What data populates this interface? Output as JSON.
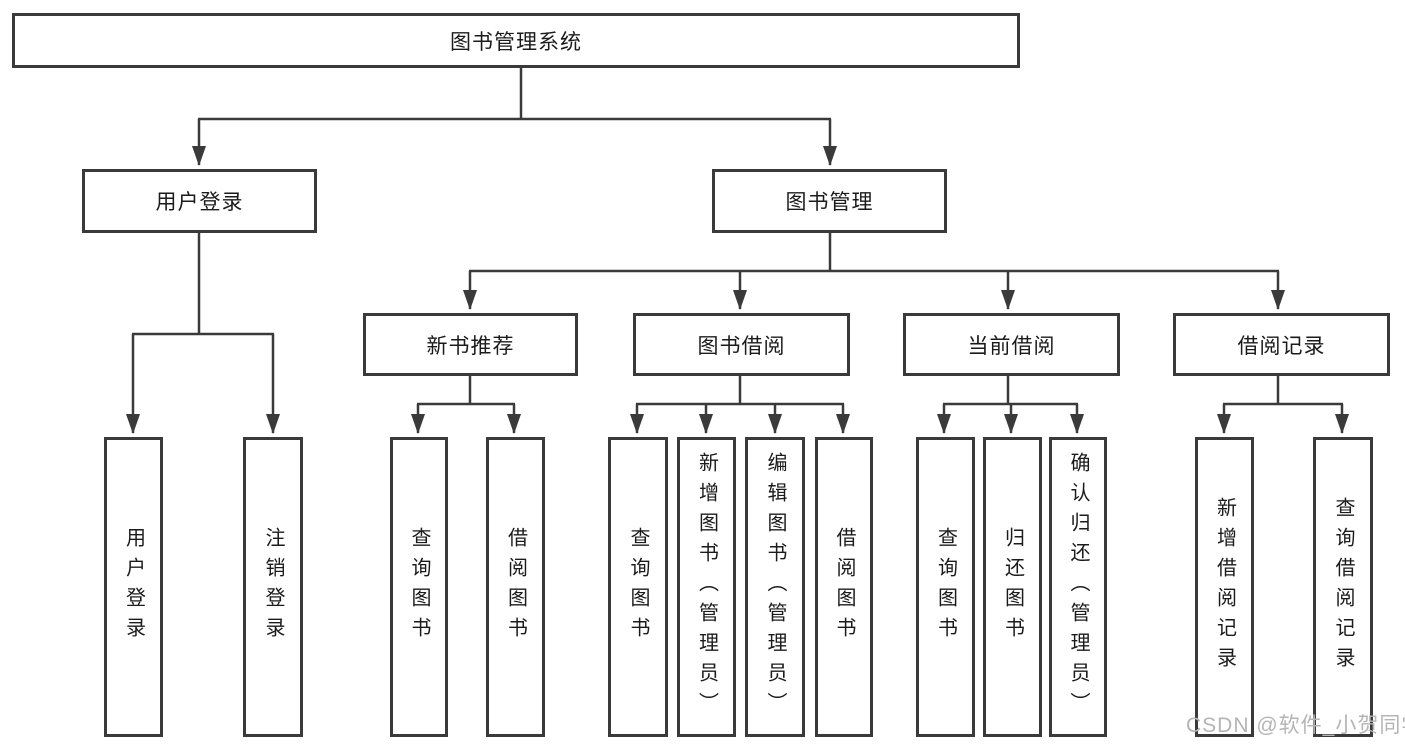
{
  "diagram_type": "hierarchy-tree",
  "colors": {
    "background": "#ffffff",
    "line": "#3a3a3a",
    "box_border": "#3a3a3a",
    "text": "#1b1b1b",
    "watermark": "#b5b5b5"
  },
  "tree": {
    "root": {
      "label": "图书管理系统",
      "children": [
        {
          "label": "用户登录",
          "children": [
            {
              "label": "用户登录"
            },
            {
              "label": "注销登录"
            }
          ]
        },
        {
          "label": "图书管理",
          "children": [
            {
              "label": "新书推荐",
              "children": [
                {
                  "label": "查询图书"
                },
                {
                  "label": "借阅图书"
                }
              ]
            },
            {
              "label": "图书借阅",
              "children": [
                {
                  "label": "查询图书"
                },
                {
                  "label": "新增图书（管理员）"
                },
                {
                  "label": "编辑图书（管理员）"
                },
                {
                  "label": "借阅图书"
                }
              ]
            },
            {
              "label": "当前借阅",
              "children": [
                {
                  "label": "查询图书"
                },
                {
                  "label": "归还图书"
                },
                {
                  "label": "确认归还（管理员）"
                }
              ]
            },
            {
              "label": "借阅记录",
              "children": [
                {
                  "label": "新增借阅记录"
                },
                {
                  "label": "查询借阅记录"
                }
              ]
            }
          ]
        }
      ]
    }
  },
  "watermark": {
    "text": "CSDN @软件_小贺同学"
  }
}
